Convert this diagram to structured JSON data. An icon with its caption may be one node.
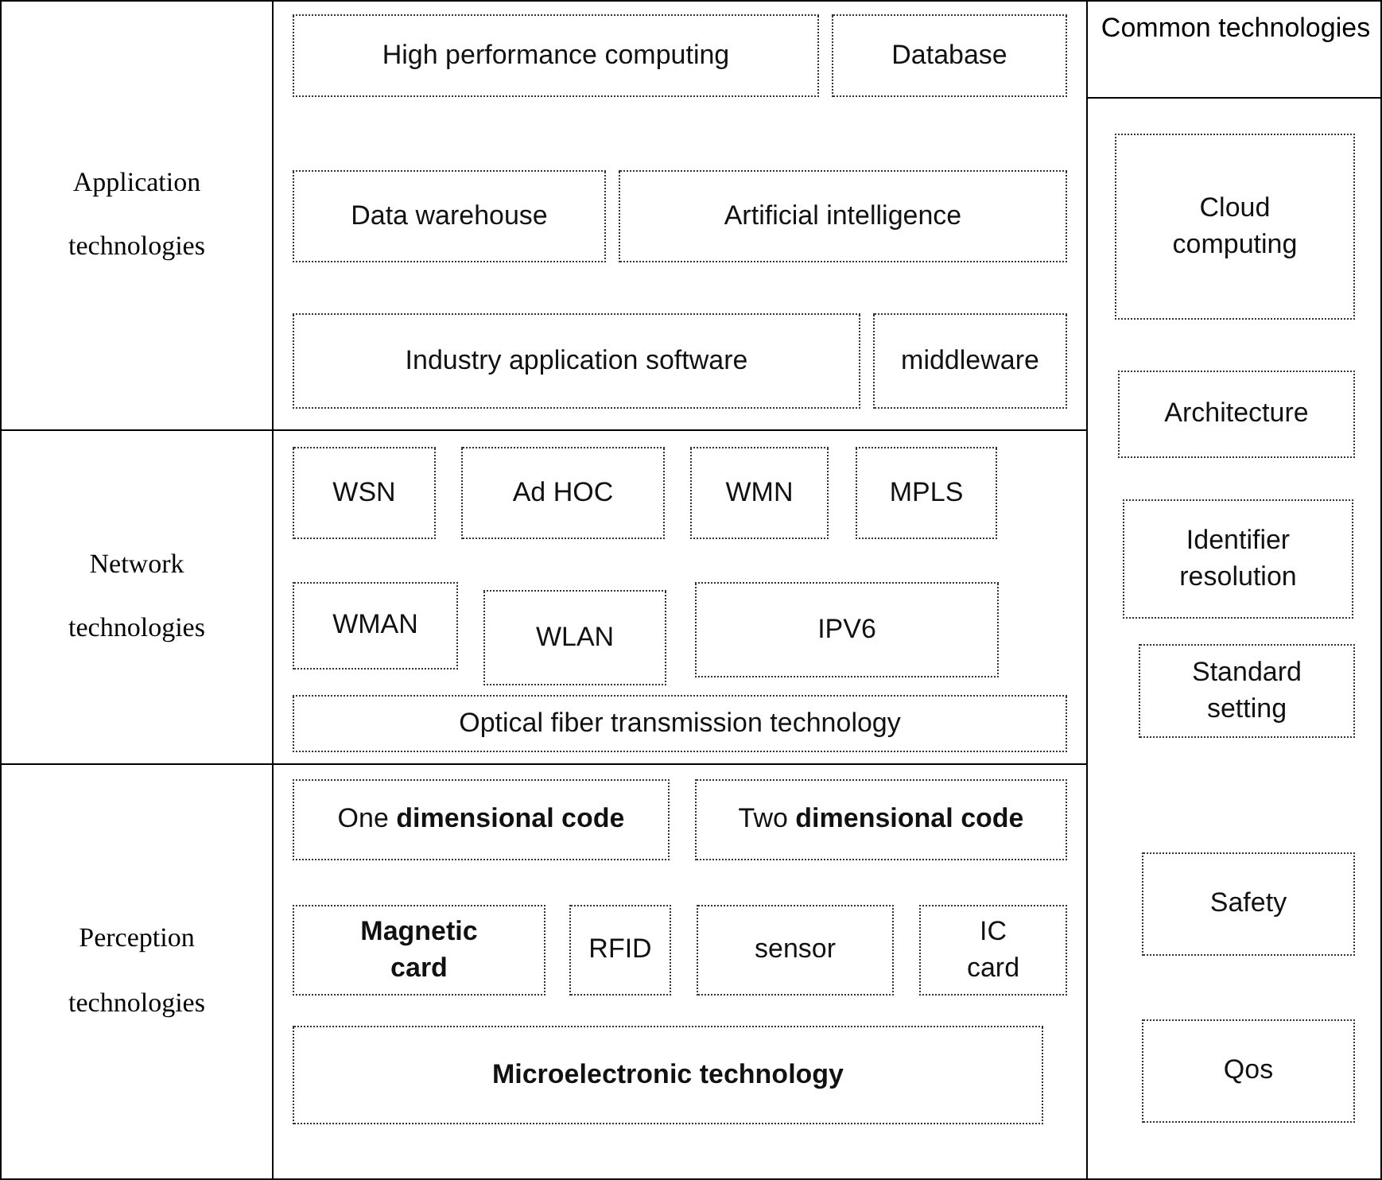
{
  "diagram": {
    "nodes": [
      {
        "text": [
          "Application technologies"
        ]
      },
      {
        "text": [
          "High performance computing"
        ],
        "in": 0
      },
      {
        "text": [
          "Database"
        ],
        "in": 0
      },
      {
        "text": [
          "Data warehouse"
        ],
        "in": 0
      },
      {
        "text": [
          "Artificial intelligence"
        ],
        "in": 0
      },
      {
        "text": [
          "Industry application software"
        ],
        "in": 0
      },
      {
        "text": [
          "middleware"
        ],
        "in": 0
      },
      {
        "text": [
          "Network technologies"
        ]
      },
      {
        "text": [
          "WSN"
        ],
        "in": 7
      },
      {
        "text": [
          "Ad HOC"
        ],
        "in": 7
      },
      {
        "text": [
          "WMN"
        ],
        "in": 7
      },
      {
        "text": [
          "MPLS"
        ],
        "in": 7
      },
      {
        "text": [
          "WMAN"
        ],
        "in": 7
      },
      {
        "text": [
          "WLAN"
        ],
        "in": 7
      },
      {
        "text": [
          "IPV6"
        ],
        "in": 7
      },
      {
        "text": [
          "Optical fiber transmission technology"
        ],
        "in": 7
      },
      {
        "text": [
          "Perception technologies"
        ]
      },
      {
        "text": [
          "One **dimensional code**"
        ],
        "in": 16
      },
      {
        "text": [
          "Two **dimensional code**"
        ],
        "in": 16
      },
      {
        "text": [
          "Magnetic card"
        ],
        "in": 16
      },
      {
        "text": [
          "RFID"
        ],
        "in": 16
      },
      {
        "text": [
          "sensor"
        ],
        "in": 16
      },
      {
        "text": [
          "IC card"
        ],
        "in": 16
      },
      {
        "text": [
          "Microelectronic technology"
        ],
        "in": 16
      },
      {
        "text": [
          "Common technologies"
        ]
      },
      {
        "text": [
          "Cloud computing"
        ],
        "in": 24
      },
      {
        "text": [
          "Architecture"
        ],
        "in": 24
      },
      {
        "text": [
          "Identifier resolution"
        ],
        "in": 24
      },
      {
        "text": [
          "Standard setting"
        ],
        "in": 24
      },
      {
        "text": [
          "Safety"
        ],
        "in": 24
      },
      {
        "text": [
          "Qos"
        ],
        "in": 24
      }
    ],
    "edges": []
  }
}
